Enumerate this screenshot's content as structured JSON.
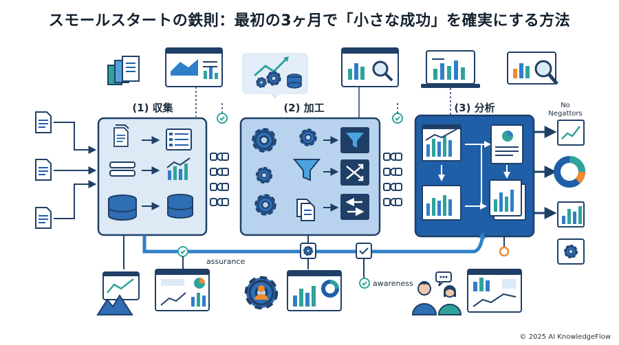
{
  "title": "スモールスタートの鉄則：最初の3ヶ月で「小さな成功」を確実にする方法",
  "stages": [
    {
      "label": "(1) 収集"
    },
    {
      "label": "(2) 加工"
    },
    {
      "label": "(3) 分析"
    }
  ],
  "annotations": {
    "assurance": "assurance",
    "awareness": "awareness",
    "no_negattors_line1": "No",
    "no_negattors_line2": "Negattors"
  },
  "footer": "© 2025 AI KnowledgeFlow",
  "colors": {
    "navy": "#1f3f66",
    "stage1_fill": "#dde9f4",
    "stage2_fill": "#b9d3ee",
    "stage3_fill": "#1f5fa8",
    "accent_teal": "#2fa39a",
    "accent_orange": "#f08a2c",
    "green_check": "#2aa69a"
  },
  "icons": [
    "document-icon",
    "database-icon",
    "gear-icon",
    "funnel-icon",
    "shuffle-icon",
    "bar-chart-icon",
    "line-chart-icon",
    "pie-chart-icon",
    "magnifier-icon",
    "checkmark-icon",
    "person-icon",
    "speech-bubble-icon",
    "mountain-icon",
    "connector-plug-icon"
  ]
}
